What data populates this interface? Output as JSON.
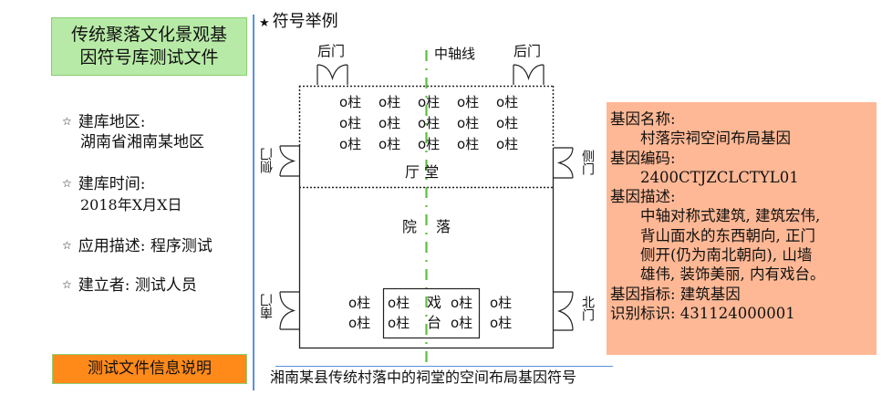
{
  "left_panel": {
    "title_line1": "传统聚落文化景观基",
    "title_line2": "因符号库测试文件",
    "items": [
      {
        "label": "建库地区:",
        "value": "湖南省湘南某地区"
      },
      {
        "label": "建库时间:",
        "value": "2018年X月X日"
      },
      {
        "label": "应用描述: 程序测试",
        "value": ""
      },
      {
        "label": "建立者: 测试人员",
        "value": ""
      }
    ],
    "bullet_icon": "☆",
    "info_button": "测试文件信息说明"
  },
  "diagram": {
    "legend_title": "符号举例",
    "legend_star": "★",
    "axis_label": "中轴线",
    "back_door_left": "后门",
    "back_door_right": "后门",
    "side_door_left": "侧门",
    "side_door_right": "侧门",
    "south_door": "南门",
    "north_door": "北门",
    "hall_label": "厅 堂",
    "courtyard_left": "院",
    "courtyard_right": "落",
    "stage_top": "戏",
    "stage_bottom": "台",
    "pillar": "o柱",
    "hall_pillar_rows": 3,
    "hall_pillar_cols": 5,
    "caption": "湘南某县传统村落中的祠堂的空间布局基因符号",
    "colors": {
      "axis": "#5cbf3f",
      "divider": "#5b8fe0"
    }
  },
  "gene_info": {
    "name_label": "基因名称:",
    "name_value": "村落宗祠空间布局基因",
    "code_label": "基因编码:",
    "code_value": "2400CTJZCLCTYL01",
    "desc_label": "基因描述:",
    "desc_lines": [
      "中轴对称式建筑, 建筑宏伟,",
      "背山面水的东西朝向, 正门",
      "侧开(仍为南北朝向), 山墙",
      "雄伟, 装饰美丽, 内有戏台。"
    ],
    "indicator": "基因指标: 建筑基因",
    "identifier": "识别标识: 431124000001"
  },
  "colors": {
    "title_bg": "#b7eaa6",
    "button_bg": "#ff8a1a",
    "gene_bg": "#ffb895"
  }
}
